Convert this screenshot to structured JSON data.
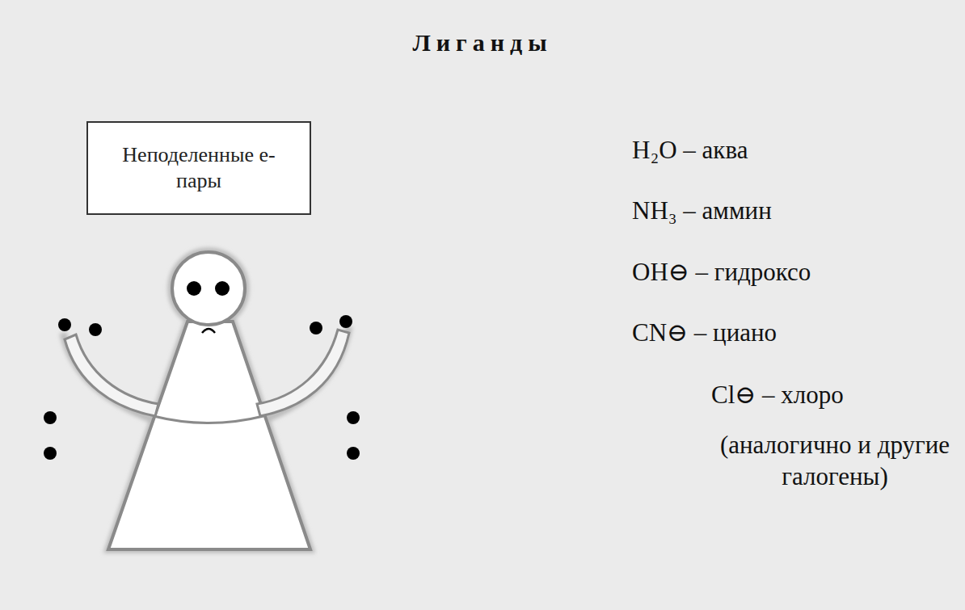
{
  "diagram": {
    "title": "Лиганды",
    "nodes": [
      {
        "text": [
          "Неподеленные е-пары"
        ]
      }
    ],
    "labels": [
      "H₂O – аква",
      "NH₃ – аммин",
      "OH⊖ – гидроксо",
      "CN⊖ – циано",
      "Cl⊖ – хлоро",
      "(аналогично и другие галогены)"
    ]
  }
}
